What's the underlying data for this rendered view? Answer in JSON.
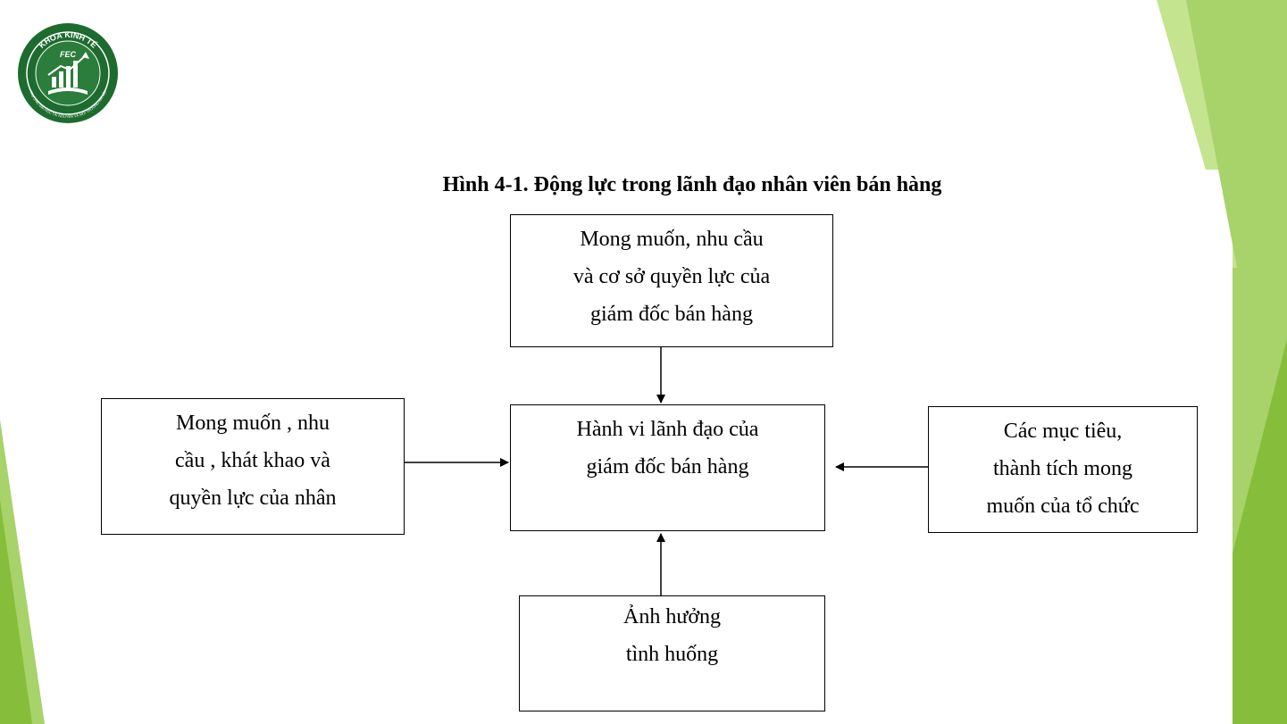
{
  "colors": {
    "accent_light": "#c5e48f",
    "accent_mid": "#a8d26a",
    "accent_dark": "#86bd3a",
    "logo_green": "#1e6b2f"
  },
  "logo": {
    "icon": "fec-logo-icon",
    "org_text": "KHOA KINH TẾ",
    "short_name": "FEC",
    "ring_text": "TRƯỜNG ĐẠI HỌC TÀI NGUYÊN VÀ MÔI TRƯỜNG HÀ NỘI"
  },
  "diagram": {
    "title": "Hình 4-1. Động lực trong lãnh đạo nhân viên bán hàng",
    "nodes": {
      "top": [
        "Mong muốn, nhu cầu",
        "và cơ sở quyền lực của",
        "giám đốc bán hàng"
      ],
      "center": [
        "Hành vi lãnh đạo của",
        "giám đốc bán hàng"
      ],
      "left": [
        "Mong muốn , nhu",
        "cầu , khát khao và",
        "quyền lực của nhân"
      ],
      "right": [
        "Các mục tiêu,",
        "thành tích mong",
        "muốn của tổ chức"
      ],
      "bottom": [
        "Ảnh hưởng",
        "tình huống"
      ]
    },
    "edges": [
      {
        "from": "top",
        "to": "center"
      },
      {
        "from": "left",
        "to": "center"
      },
      {
        "from": "right",
        "to": "center"
      },
      {
        "from": "bottom",
        "to": "center"
      }
    ]
  }
}
